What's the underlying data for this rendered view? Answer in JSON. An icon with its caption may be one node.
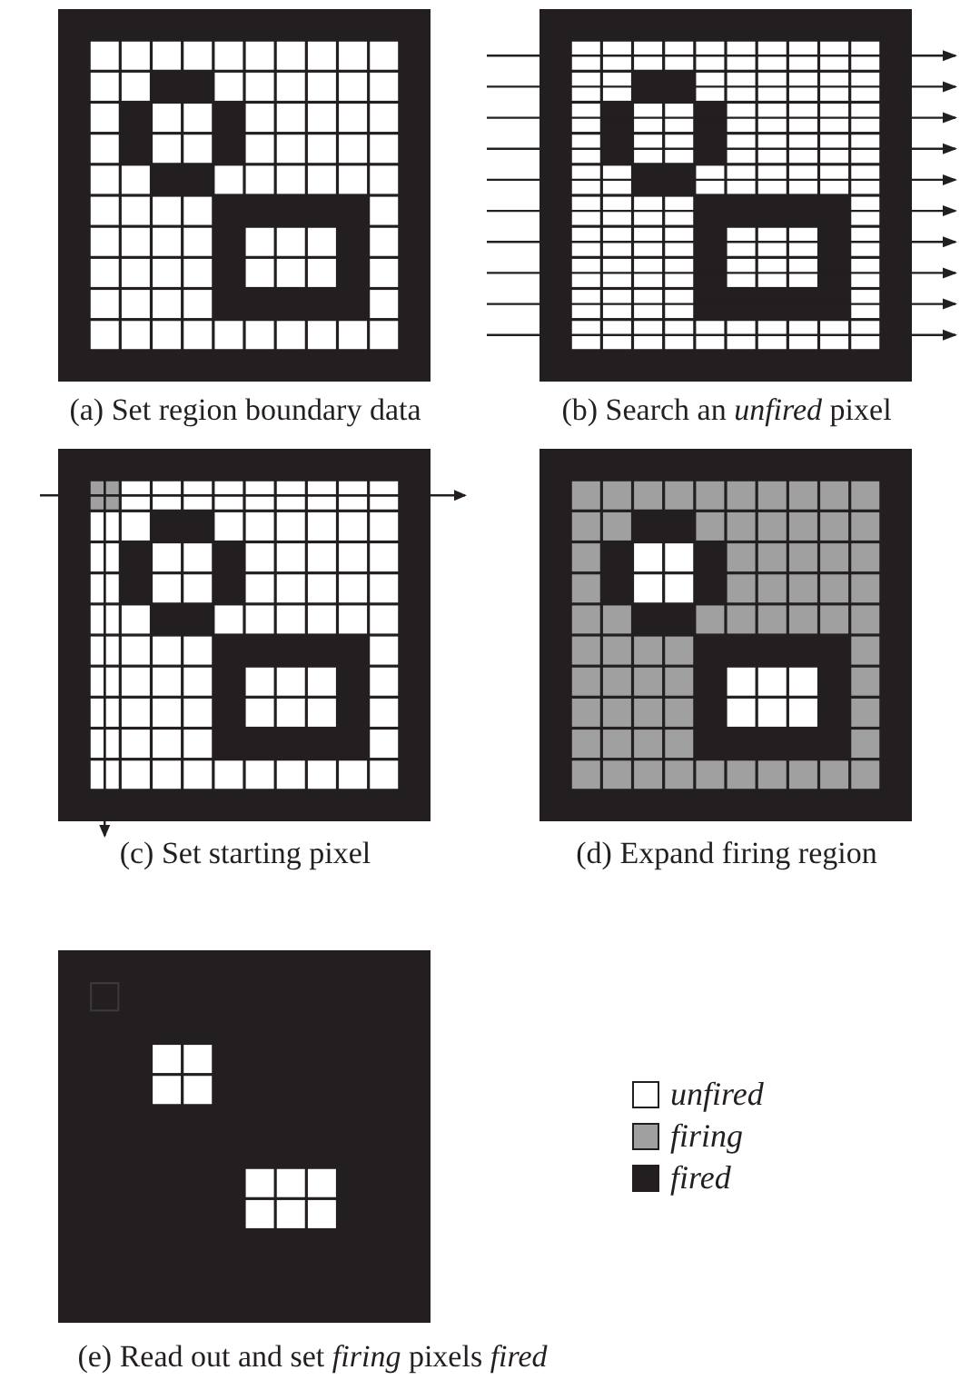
{
  "diagram": {
    "labels": [
      "(a) Set region boundary data",
      "(b) Search an *unfired* pixel",
      "(c) Set starting pixel",
      "(d) Expand firing region",
      "(e) Read out and set *firing* pixels *fired*"
    ],
    "legend": [
      {
        "text": "unfired",
        "color": "#ffffff"
      },
      {
        "text": "firing",
        "color": "#a0a0a0"
      },
      {
        "text": "fired",
        "color": "#231f20"
      }
    ]
  }
}
